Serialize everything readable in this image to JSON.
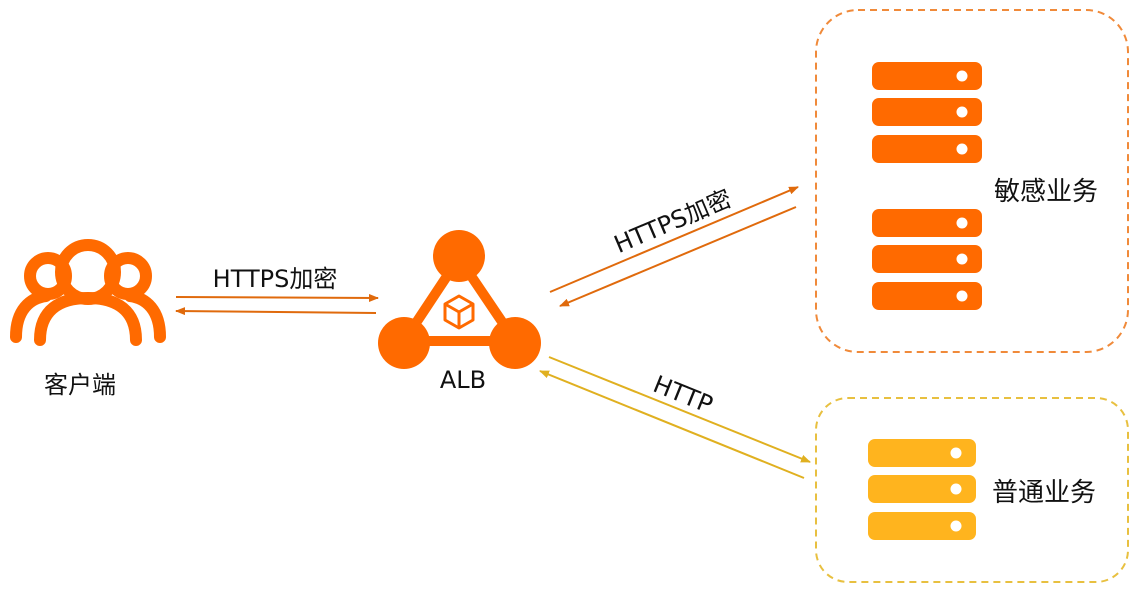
{
  "nodes": {
    "client": {
      "label": "客户端",
      "icon": "users-icon"
    },
    "alb": {
      "label": "ALB",
      "icon": "load-balancer-icon"
    },
    "sensitive": {
      "label": "敏感业务",
      "icon": "server-rack-icon"
    },
    "normal": {
      "label": "普通业务",
      "icon": "server-rack-icon"
    }
  },
  "edges": {
    "client_alb": {
      "label": "HTTPS加密"
    },
    "alb_sensitive": {
      "label": "HTTPS加密"
    },
    "alb_normal": {
      "label": "HTTP"
    }
  },
  "colors": {
    "orange": "#ff6a00",
    "yellow": "#ffb41e",
    "arrow_orange": "#e06a0c",
    "arrow_yellow": "#e0b020",
    "group_orange_border": "#f08a3a",
    "group_yellow_border": "#e8c040"
  }
}
